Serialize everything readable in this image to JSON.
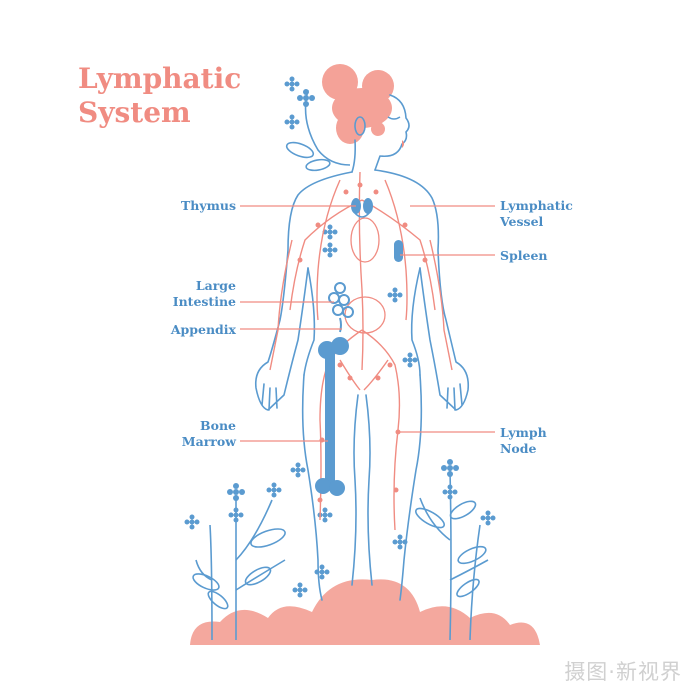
{
  "title": {
    "line1": "Lymphatic",
    "line2": "System"
  },
  "labels": {
    "thymus": "Thymus",
    "lymphatic_vessel_1": "Lymphatic",
    "lymphatic_vessel_2": "Vessel",
    "spleen": "Spleen",
    "large_intestine_1": "Large",
    "large_intestine_2": "Intestine",
    "appendix": "Appendix",
    "bone_marrow_1": "Bone",
    "bone_marrow_2": "Marrow",
    "lymph_node_1": "Lymph",
    "lymph_node_2": "Node"
  },
  "watermark": "摄图·新视界",
  "colors": {
    "outline_blue": "#5b9bd0",
    "label_blue": "#4a8cc4",
    "vessel_pink": "#f08c82",
    "hair_pink": "#f4a298",
    "ground_pink": "#f4a89e"
  }
}
